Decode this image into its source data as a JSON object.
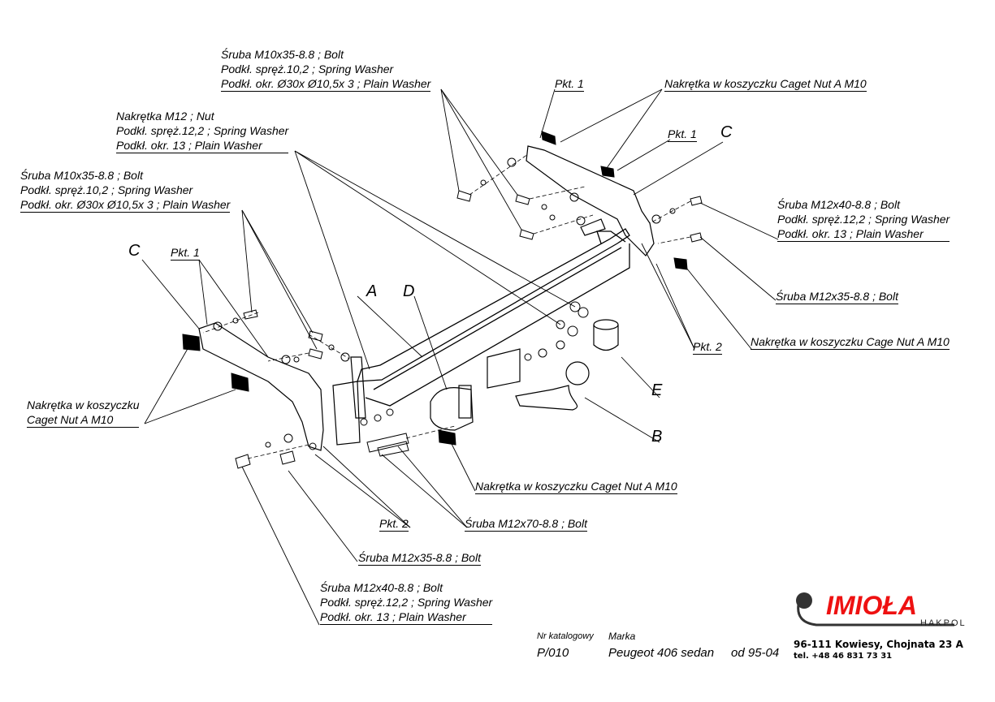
{
  "callouts": {
    "top_bolt_m10": [
      "Śruba M10x35-8.8 ;  Bolt",
      "Podkł. spręż.10,2 ; Spring Washer",
      "Podkł. okr.  Ø30x Ø10,5x 3 ; Plain Washer"
    ],
    "nut_m12": [
      "Nakrętka  M12 ; Nut",
      "Podkł. spręż.12,2 ; Spring Washer",
      "Podkł. okr. 13 ; Plain Washer"
    ],
    "left_bolt_m10": [
      "Śruba M10x35-8.8 ;  Bolt",
      "Podkł. spręż.10,2 ; Spring Washer",
      "Podkł. okr.  Ø30x Ø10,5x 3 ; Plain Washer"
    ],
    "pkt1_top": "Pkt. 1",
    "cage_nut_top": "Nakrętka w koszyczku Caget Nut A M10",
    "pkt1_mid": "Pkt. 1",
    "letter_c_right": "C",
    "bolt_m12x40_right": [
      "Śruba M12x40-8.8 ;  Bolt",
      "Podkł. spręż.12,2 ; Spring Washer",
      "Podkł. okr. 13 ; Plain Washer"
    ],
    "bolt_m12x35_right": "Śruba M12x35-8.8 ;  Bolt",
    "cage_nut_right": "Nakrętka w koszyczku Cage Nut A M10",
    "pkt2_right": "Pkt. 2",
    "letter_c_left": "C",
    "pkt1_left": "Pkt. 1",
    "letter_a": "A",
    "letter_d": "D",
    "letter_e": "E",
    "letter_b": "B",
    "cage_nut_left": [
      "Nakrętka w koszyczku",
      "Caget Nut A M10"
    ],
    "cage_nut_bottom": "Nakrętka w koszyczku Caget Nut A M10",
    "bolt_m12x70": "Śruba M12x70-8.8 ;  Bolt",
    "pkt2_bottom": "Pkt. 2",
    "bolt_m12x35_bottom": "Śruba M12x35-8.8 ;  Bolt",
    "bolt_m12x40_bottom": [
      "Śruba M12x40-8.8 ;  Bolt",
      "Podkł. spręż.12,2 ; Spring Washer",
      "Podkł. okr. 13 ; Plain Washer"
    ]
  },
  "footer": {
    "catalog_label": "Nr katalogowy",
    "catalog_value": "P/010",
    "brand_label": "Marka",
    "brand_value": "Peugeot 406 sedan",
    "date_value": "od 95-04",
    "company_logo": "IMIOŁA",
    "company_sub": "HAKPOL",
    "address": "96-111 Kowiesy, Chojnata 23 A",
    "phone": "tel. +48 46 831 73 31"
  }
}
